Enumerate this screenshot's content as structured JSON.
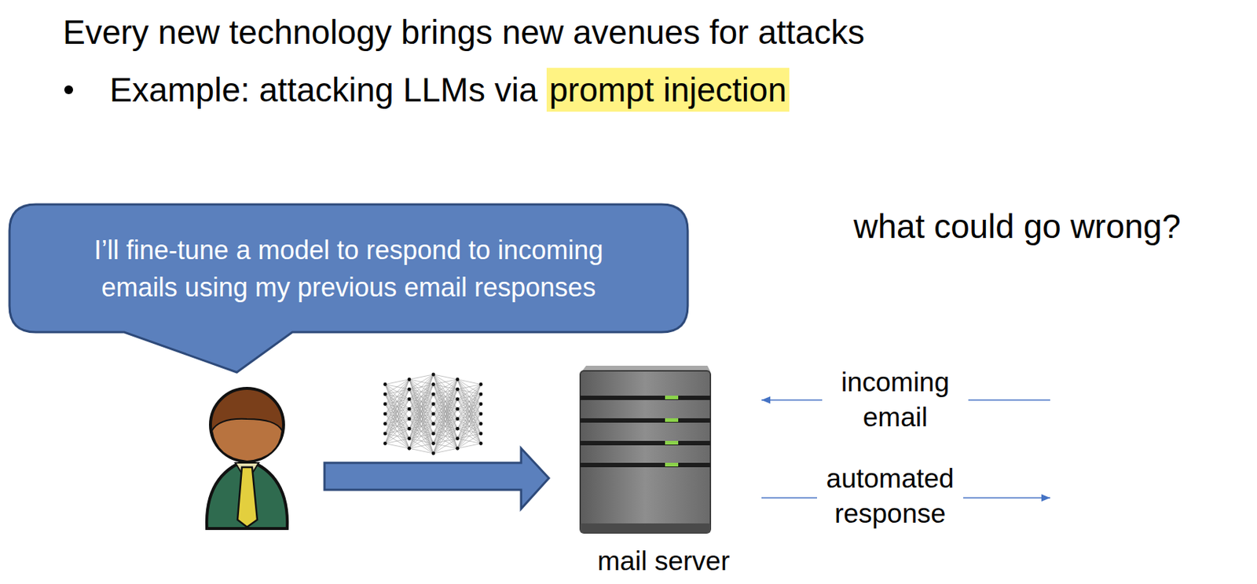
{
  "diagram": {
    "title": "Every new technology brings new avenues for attacks",
    "nodes": [
      {
        "text": [
          "I’ll fine-tune a model to respond to incoming emails using my previous email responses"
        ]
      },
      {
        "text": [
          "mail server"
        ]
      }
    ],
    "labels": [
      "Example: attacking LLMs via",
      "prompt injection",
      "what could go wrong?",
      "incoming email",
      "automated response"
    ]
  }
}
